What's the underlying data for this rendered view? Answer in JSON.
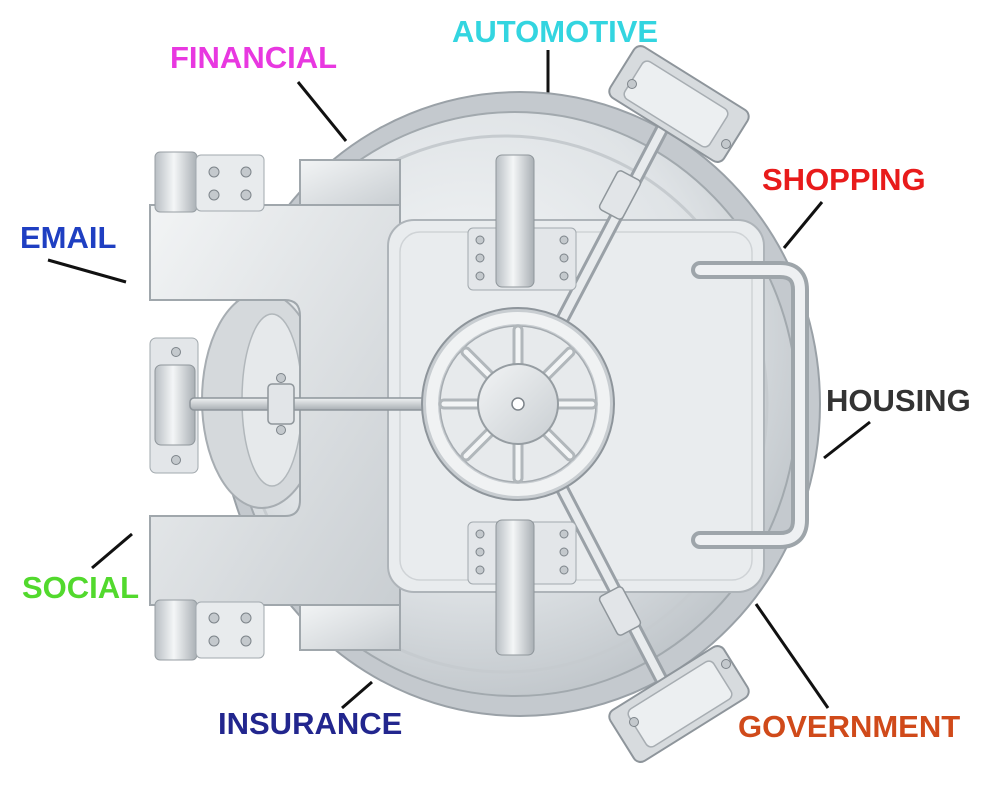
{
  "labels": {
    "automotive": {
      "text": "AUTOMOTIVE",
      "color": "#33d5e0"
    },
    "financial": {
      "text": "FINANCIAL",
      "color": "#e838e0"
    },
    "shopping": {
      "text": "SHOPPING",
      "color": "#e81b1b"
    },
    "email": {
      "text": "EMAIL",
      "color": "#1f3fc2"
    },
    "housing": {
      "text": "HOUSING",
      "color": "#333333"
    },
    "social": {
      "text": "SOCIAL",
      "color": "#52d92d"
    },
    "insurance": {
      "text": "INSURANCE",
      "color": "#22268e"
    },
    "government": {
      "text": "GOVERNMENT",
      "color": "#d04a1a"
    }
  },
  "illustration": {
    "subject": "bank-vault-door",
    "metal_color": "#d9dde1",
    "shadow_color": "#aab0b6"
  }
}
